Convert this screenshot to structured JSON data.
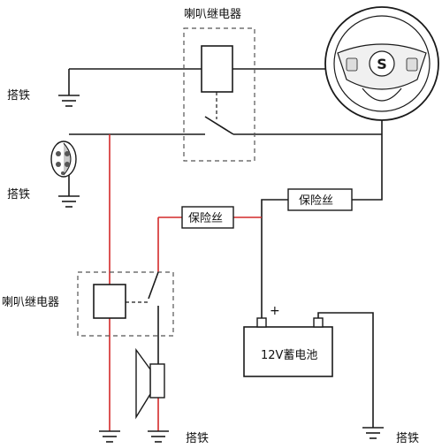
{
  "labels": {
    "relay_top": "喇叭继电器",
    "relay_left": "喇叭继电器",
    "ground_1": "搭铁",
    "ground_2": "搭铁",
    "ground_3": "搭铁",
    "ground_4": "搭铁",
    "fuse_right": "保险丝",
    "fuse_mid": "保险丝",
    "battery": "12V蓄电池",
    "battery_plus": "+"
  },
  "colors": {
    "wire_black": "#1a1a1a",
    "wire_red": "#d42a2a",
    "dashed_box": "#555555"
  },
  "icons": [
    "steering-wheel-icon",
    "horn-button-icon",
    "horn-speaker-icon",
    "ground-symbol-icon",
    "battery-icon",
    "relay-coil-icon",
    "fuse-icon"
  ]
}
